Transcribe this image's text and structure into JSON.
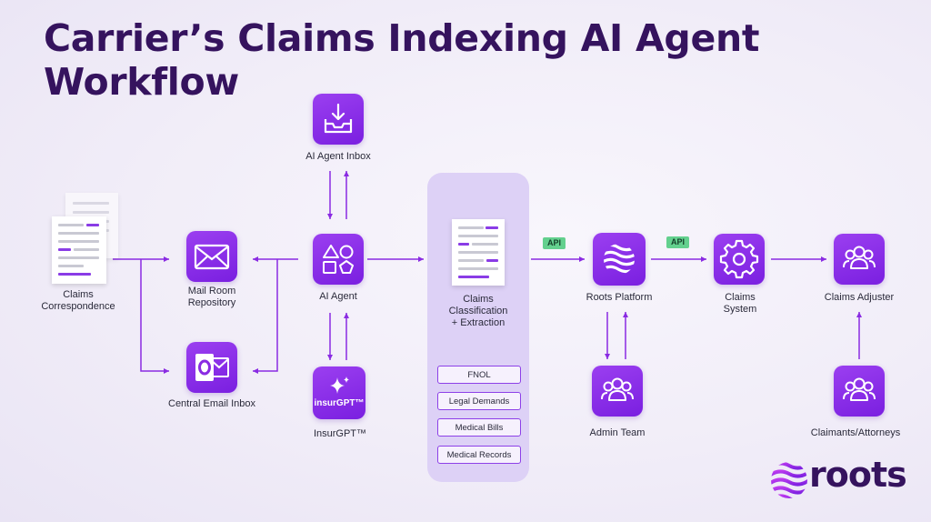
{
  "title": "Carrier’s Claims Indexing AI Agent Workflow",
  "nodes": {
    "claims_correspondence": "Claims\nCorrespondence",
    "mail_room": "Mail Room\nRepository",
    "central_email": "Central Email Inbox",
    "ai_agent_inbox": "AI Agent Inbox",
    "ai_agent": "AI Agent",
    "insurgpt": "InsurGPT™",
    "insurgpt_logo_text": "insurGPT™",
    "classification": "Claims\nClassification\n+ Extraction",
    "roots_platform": "Roots Platform",
    "admin_team": "Admin Team",
    "claims_system": "Claims\nSystem",
    "claims_adjuster": "Claims Adjuster",
    "claimants": "Claimants/Attorneys"
  },
  "document_types": [
    "FNOL",
    "Legal Demands",
    "Medical Bills",
    "Medical Records"
  ],
  "api_badge": "API",
  "brand": "roots",
  "colors": {
    "accent": "#8a2be2",
    "title": "#35135e",
    "api_badge": "#63d08e",
    "panel": "#ddd1f6"
  },
  "icons": {
    "ai_agent_inbox": "inbox-download-icon",
    "mail_room": "envelope-icon",
    "central_email": "outlook-icon",
    "ai_agent": "shapes-icon",
    "insurgpt": "sparkle-icon",
    "roots_platform": "roots-logo-icon",
    "claims_system": "gear-icon",
    "admin_team": "users-icon",
    "claims_adjuster": "users-icon",
    "claimants": "users-icon"
  }
}
